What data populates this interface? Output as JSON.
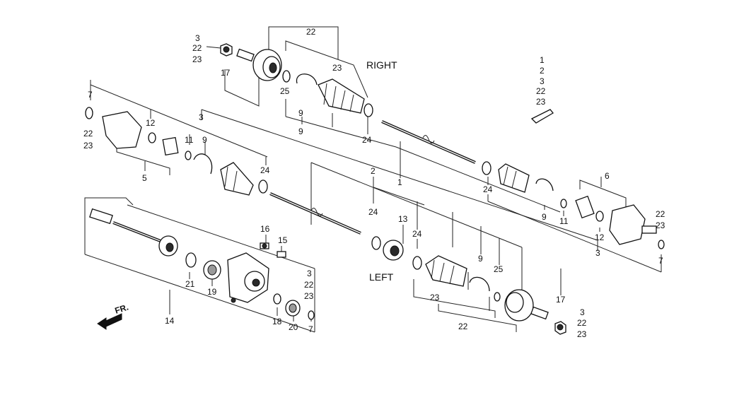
{
  "labels": {
    "right": "RIGHT",
    "left": "LEFT",
    "front": "FR."
  },
  "callouts": [
    {
      "id": "c-3-a",
      "text": "3"
    },
    {
      "id": "c-22-a",
      "text": "22"
    },
    {
      "id": "c-23-a",
      "text": "23"
    },
    {
      "id": "c-17-a",
      "text": "17"
    },
    {
      "id": "c-22-top",
      "text": "22"
    },
    {
      "id": "c-23-top",
      "text": "23"
    },
    {
      "id": "c-25-a",
      "text": "25"
    },
    {
      "id": "c-9-a",
      "text": "9"
    },
    {
      "id": "c-9-b",
      "text": "9"
    },
    {
      "id": "c-24-a",
      "text": "24"
    },
    {
      "id": "c-1-stack",
      "text": "1"
    },
    {
      "id": "c-2-stack",
      "text": "2"
    },
    {
      "id": "c-3-stack",
      "text": "3"
    },
    {
      "id": "c-22-stack",
      "text": "22"
    },
    {
      "id": "c-23-stack",
      "text": "23"
    },
    {
      "id": "c-7-a",
      "text": "7"
    },
    {
      "id": "c-22-b",
      "text": "22"
    },
    {
      "id": "c-23-b",
      "text": "23"
    },
    {
      "id": "c-12-a",
      "text": "12"
    },
    {
      "id": "c-3-b",
      "text": "3"
    },
    {
      "id": "c-11-a",
      "text": "11"
    },
    {
      "id": "c-9-c",
      "text": "9"
    },
    {
      "id": "c-5",
      "text": "5"
    },
    {
      "id": "c-24-b",
      "text": "24"
    },
    {
      "id": "c-2",
      "text": "2"
    },
    {
      "id": "c-1",
      "text": "1"
    },
    {
      "id": "c-24-c",
      "text": "24"
    },
    {
      "id": "c-6",
      "text": "6"
    },
    {
      "id": "c-22-c",
      "text": "22"
    },
    {
      "id": "c-23-c",
      "text": "23"
    },
    {
      "id": "c-9-d",
      "text": "9"
    },
    {
      "id": "c-11-b",
      "text": "11"
    },
    {
      "id": "c-12-b",
      "text": "12"
    },
    {
      "id": "c-7-b",
      "text": "7"
    },
    {
      "id": "c-3-c",
      "text": "3"
    },
    {
      "id": "c-24-d",
      "text": "24"
    },
    {
      "id": "c-13",
      "text": "13"
    },
    {
      "id": "c-24-e",
      "text": "24"
    },
    {
      "id": "c-16",
      "text": "16"
    },
    {
      "id": "c-15",
      "text": "15"
    },
    {
      "id": "c-3-d",
      "text": "3"
    },
    {
      "id": "c-22-d",
      "text": "22"
    },
    {
      "id": "c-23-d",
      "text": "23"
    },
    {
      "id": "c-7-c",
      "text": "7"
    },
    {
      "id": "c-21",
      "text": "21"
    },
    {
      "id": "c-19",
      "text": "19"
    },
    {
      "id": "c-18",
      "text": "18"
    },
    {
      "id": "c-20",
      "text": "20"
    },
    {
      "id": "c-14",
      "text": "14"
    },
    {
      "id": "c-9-e",
      "text": "9"
    },
    {
      "id": "c-25-b",
      "text": "25"
    },
    {
      "id": "c-23-e",
      "text": "23"
    },
    {
      "id": "c-17-b",
      "text": "17"
    },
    {
      "id": "c-22-bot",
      "text": "22"
    },
    {
      "id": "c-3-e",
      "text": "3"
    },
    {
      "id": "c-22-e",
      "text": "22"
    },
    {
      "id": "c-23-f",
      "text": "23"
    }
  ]
}
